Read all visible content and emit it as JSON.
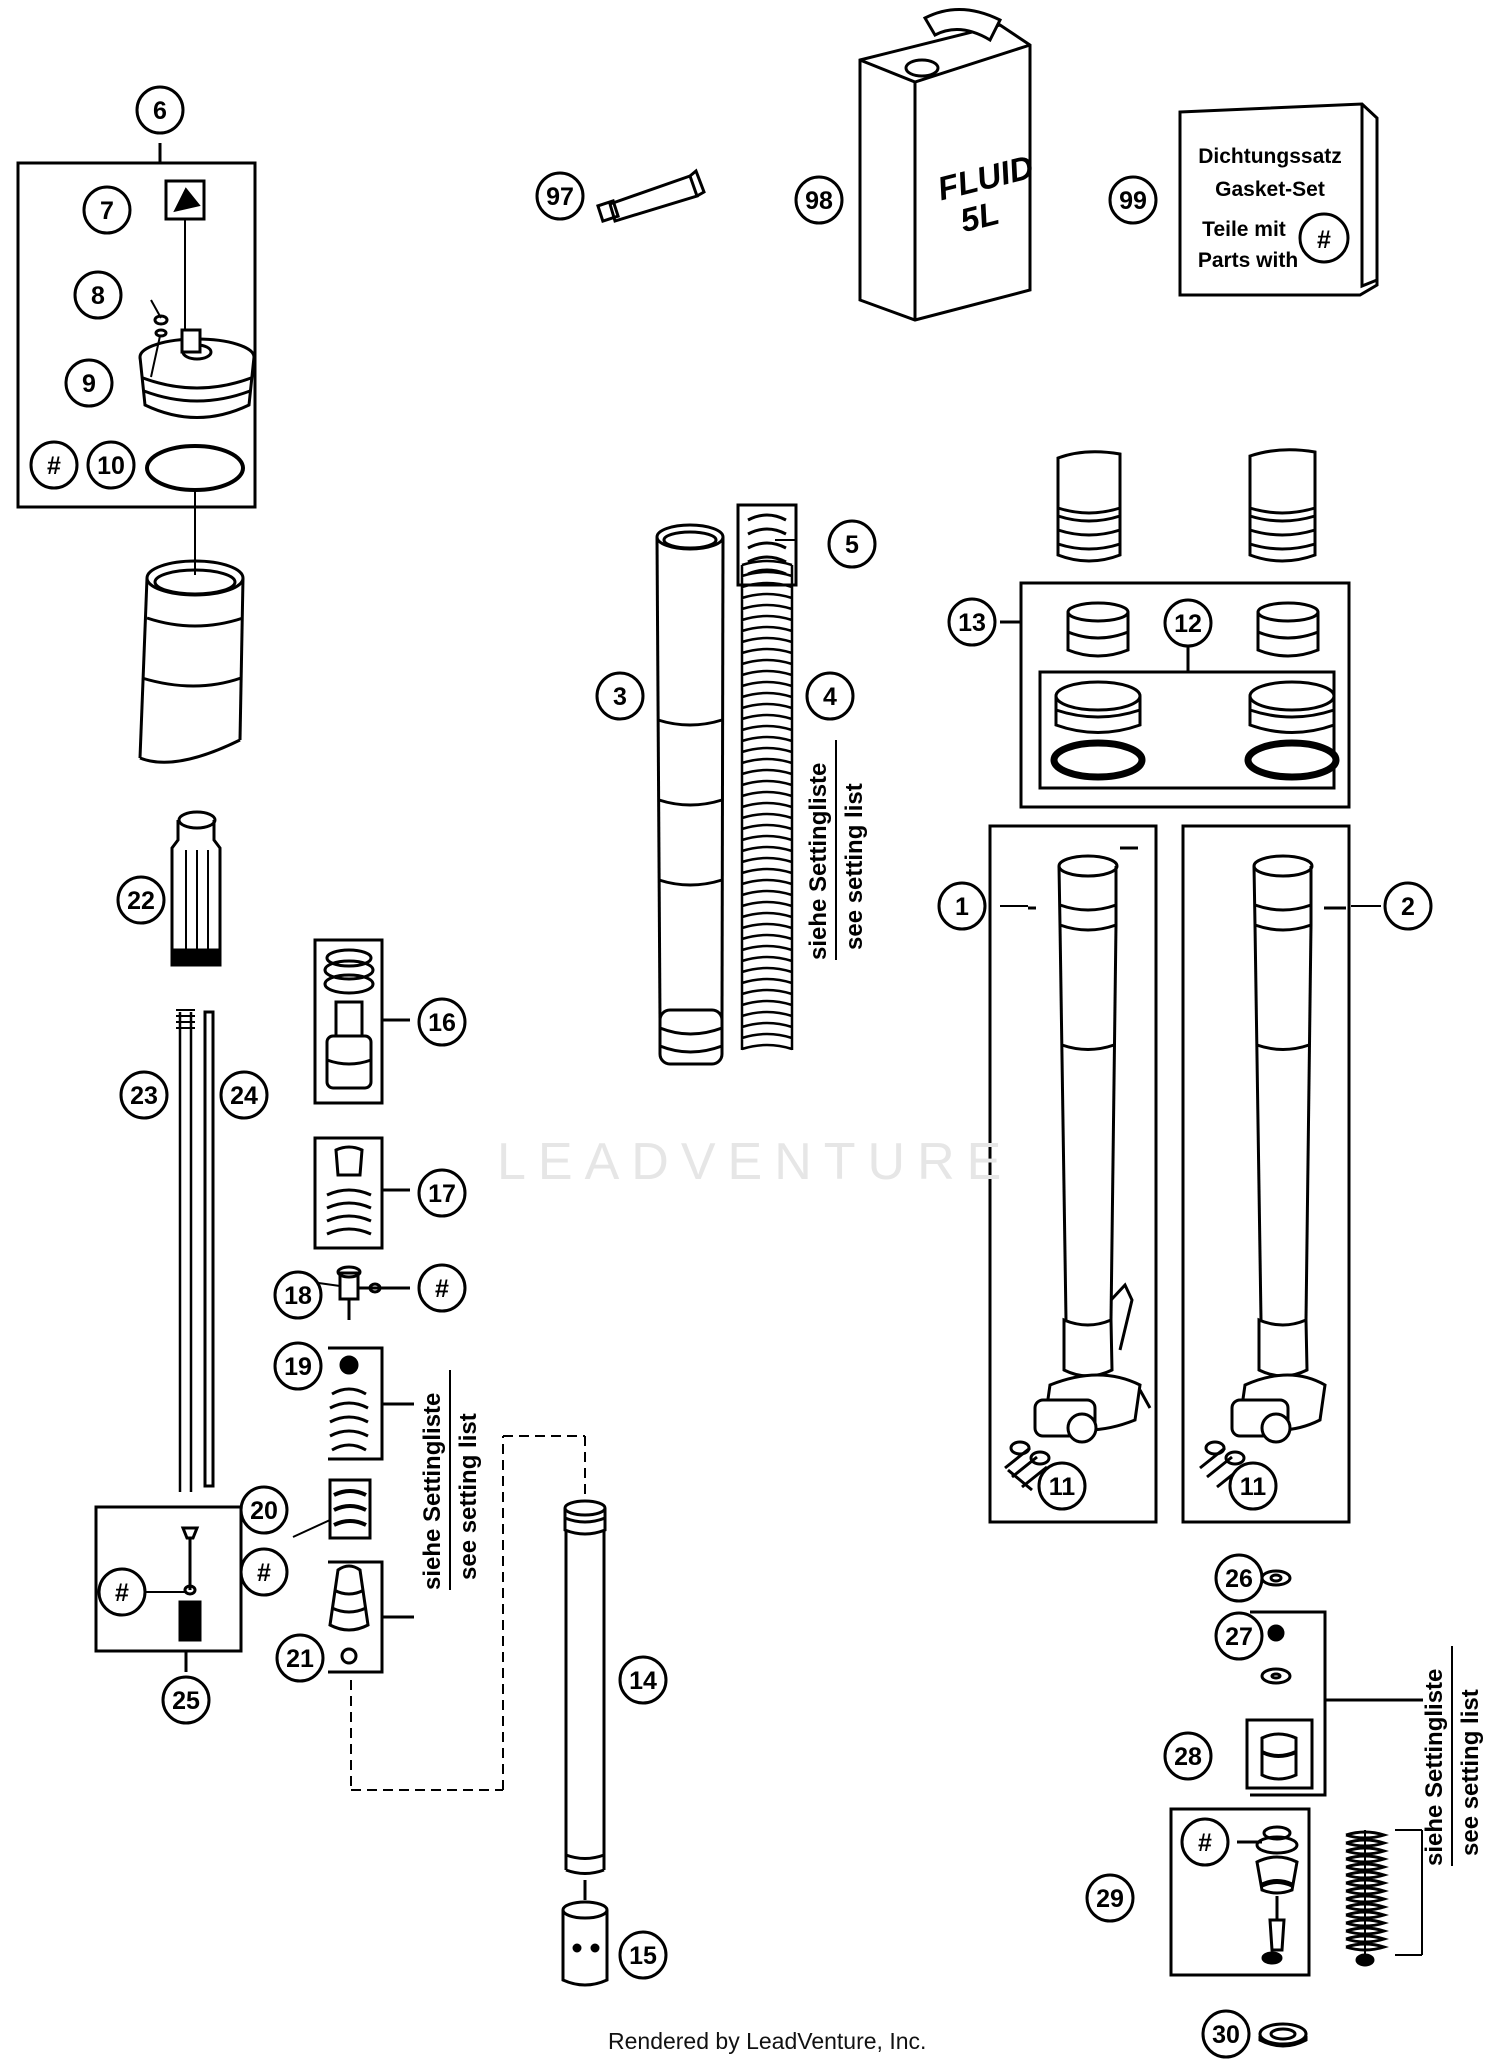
{
  "diagram": {
    "watermark": "LEADVENTURE",
    "footer": "Rendered by LeadVenture, Inc.",
    "kit_box": {
      "line1": "Dichtungssatz",
      "line2": "Gasket-Set",
      "line3": "Teile mit",
      "line4": "Parts with",
      "symbol": "#"
    },
    "fluid_can": {
      "line1": "FLUID",
      "line2": "5L"
    },
    "setting_list": {
      "de": "siehe Settingliste",
      "en": "see setting list"
    },
    "hash": "#",
    "callouts": {
      "c1": "1",
      "c2": "2",
      "c3": "3",
      "c4": "4",
      "c5": "5",
      "c6": "6",
      "c7": "7",
      "c8": "8",
      "c9": "9",
      "c10": "10",
      "c11a": "11",
      "c11b": "11",
      "c12": "12",
      "c13": "13",
      "c14": "14",
      "c15": "15",
      "c16": "16",
      "c17": "17",
      "c18": "18",
      "c19": "19",
      "c20": "20",
      "c21": "21",
      "c22": "22",
      "c23": "23",
      "c24": "24",
      "c25": "25",
      "c26": "26",
      "c27": "27",
      "c28": "28",
      "c29": "29",
      "c30": "30",
      "c97": "97",
      "c98": "98",
      "c99": "99"
    }
  }
}
